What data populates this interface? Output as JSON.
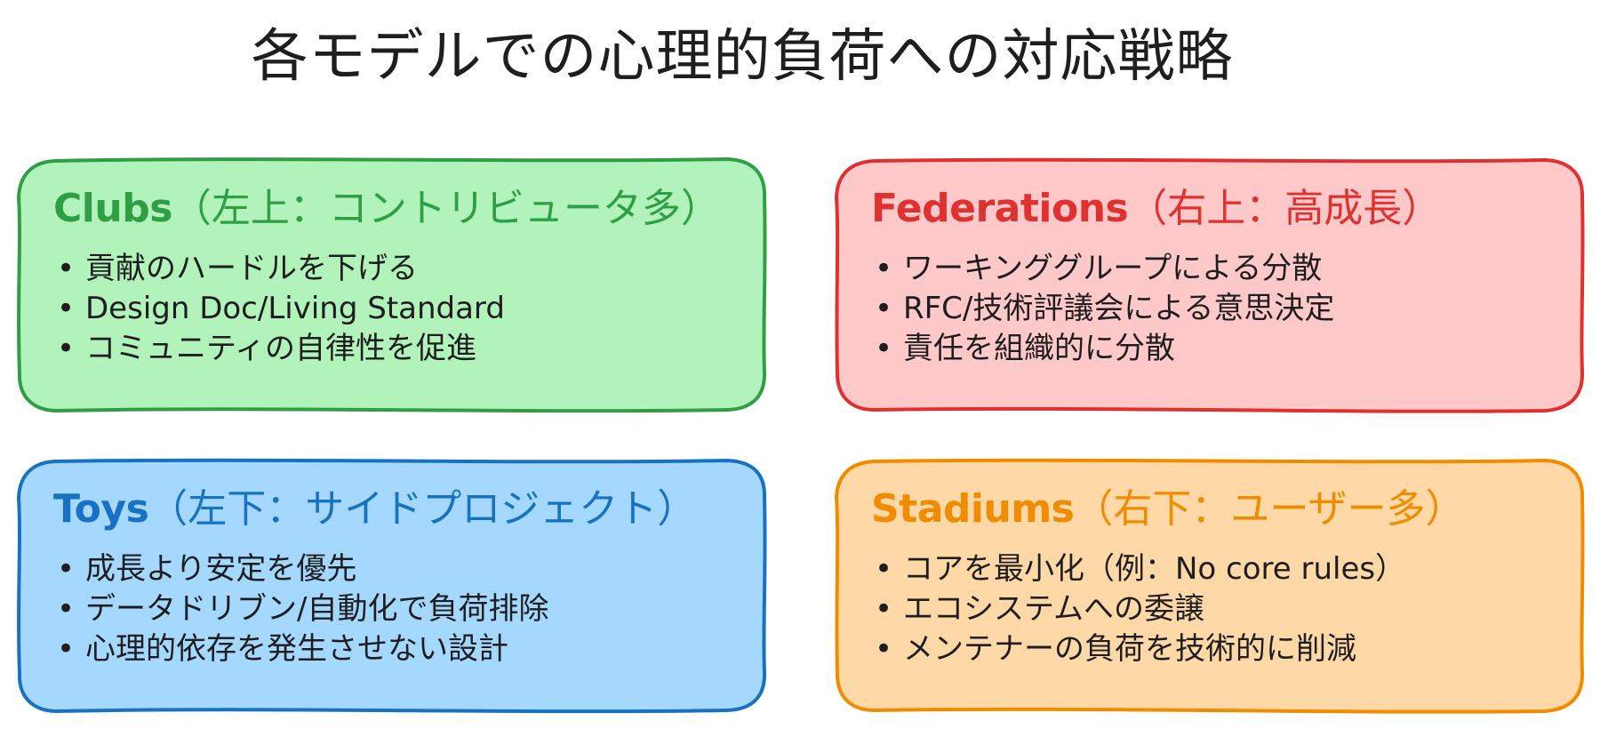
{
  "title": "各モデルでの心理的負荷への対応戦略",
  "colors": {
    "clubs_stroke": "#2f9e44",
    "clubs_fill": "#b2f2bb",
    "federations_stroke": "#e03131",
    "federations_fill": "#ffc9c9",
    "toys_stroke": "#1971c2",
    "toys_fill": "#a5d8ff",
    "stadiums_stroke": "#f08c00",
    "stadiums_fill": "#ffd8a8"
  },
  "bullet_glyph": "•",
  "cards": {
    "clubs": {
      "name": "Clubs",
      "subtitle": "（左上：コントリビュータ多）",
      "items": [
        "貢献のハードルを下げる",
        "Design Doc/Living Standard",
        "コミュニティの自律性を促進"
      ]
    },
    "federations": {
      "name": "Federations",
      "subtitle": "（右上：高成長）",
      "items": [
        "ワーキンググループによる分散",
        "RFC/技術評議会による意思決定",
        "責任を組織的に分散"
      ]
    },
    "toys": {
      "name": "Toys",
      "subtitle": "（左下：サイドプロジェクト）",
      "items": [
        "成長より安定を優先",
        "データドリブン/自動化で負荷排除",
        "心理的依存を発生させない設計"
      ]
    },
    "stadiums": {
      "name": "Stadiums",
      "subtitle": "（右下：ユーザー多）",
      "items": [
        "コアを最小化（例：No core rules）",
        "エコシステムへの委譲",
        "メンテナーの負荷を技術的に削減"
      ]
    }
  }
}
